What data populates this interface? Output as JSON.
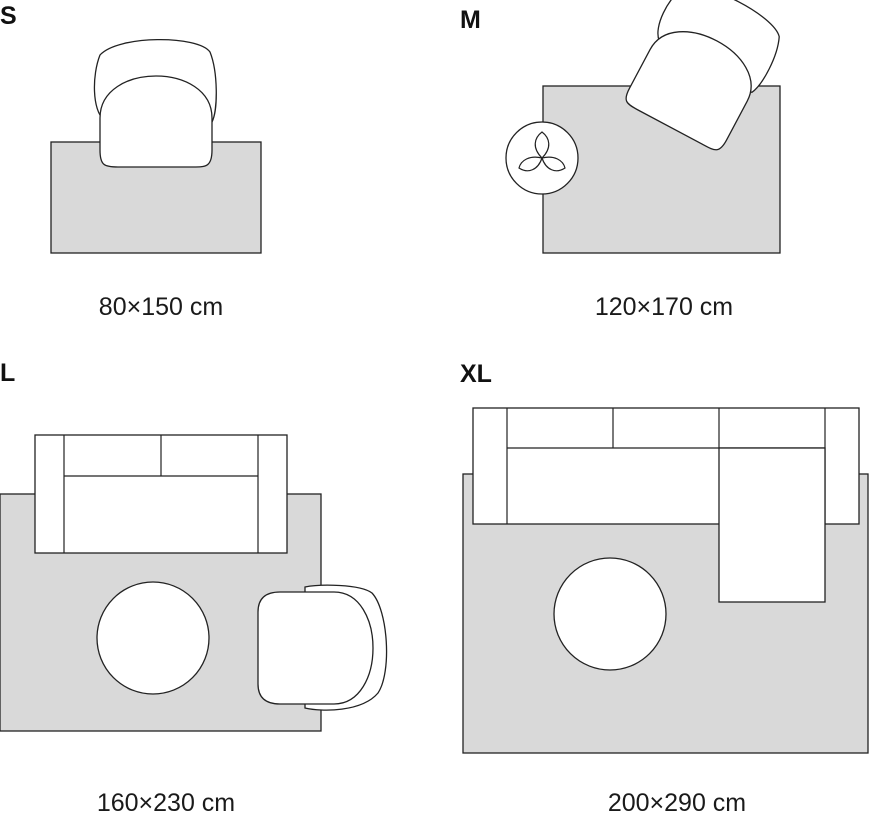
{
  "panels": {
    "s": {
      "size": "S",
      "dimensions": "80×150 cm"
    },
    "m": {
      "size": "M",
      "dimensions": "120×170 cm"
    },
    "l": {
      "size": "L",
      "dimensions": "160×230 cm"
    },
    "xl": {
      "size": "XL",
      "dimensions": "200×290 cm"
    }
  },
  "colors": {
    "rug": "#d9d9d9",
    "outline": "#222222",
    "furniture": "#ffffff"
  }
}
